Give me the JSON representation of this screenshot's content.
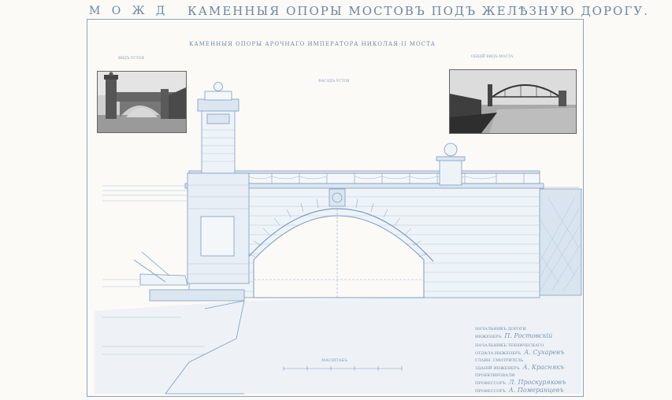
{
  "sheet": {
    "corner_label": "М О Ж Д",
    "title": "КАМЕННЫЯ ОПОРЫ МОСТОВЪ ПОДЪ ЖЕЛѢЗНУЮ ДОРОГУ.",
    "subtitle": "КАМЕННЫЯ ОПОРЫ АРОЧНАГО ИМПЕРАТОРА НИКОЛАЯ II МОСТА",
    "facade_label": "ФАСАДЪ УСТОЯ",
    "scale_label": "МАСШТАБЪ"
  },
  "photos": {
    "left_caption": "ВИДЪ УСТОЯ",
    "right_caption": "ОБЩІЙ ВИДЪ МОСТА"
  },
  "signatures": [
    {
      "role": "НАЧАЛЬНИКЪ ДОРОГИ",
      "name": ""
    },
    {
      "role": "ИНЖЕНЕРЪ",
      "name": "П. Ростовскій"
    },
    {
      "role": "НАЧАЛЬНИКЪ ТЕХНИЧЕСКАГО",
      "name": ""
    },
    {
      "role": "ОТДѢЛА ИНЖЕНЕРЪ",
      "name": "А. Сухаревъ"
    },
    {
      "role": "ГЛАВН. СМОТРИТЕЛЬ",
      "name": ""
    },
    {
      "role": "ЗДАНІЙ ИНЖЕНЕРЪ",
      "name": "А. Краснякъ"
    },
    {
      "role": "ПРОЕКТИРОВАЛИ",
      "name": ""
    },
    {
      "role": "ПРОФЕССОРЪ",
      "name": "Л. Проскуряковъ"
    },
    {
      "role": "ПРОФЕССОРЪ",
      "name": "А. Померанцевъ"
    }
  ],
  "colors": {
    "ink": "#6f8aa8",
    "paper": "#fbfaf6"
  }
}
